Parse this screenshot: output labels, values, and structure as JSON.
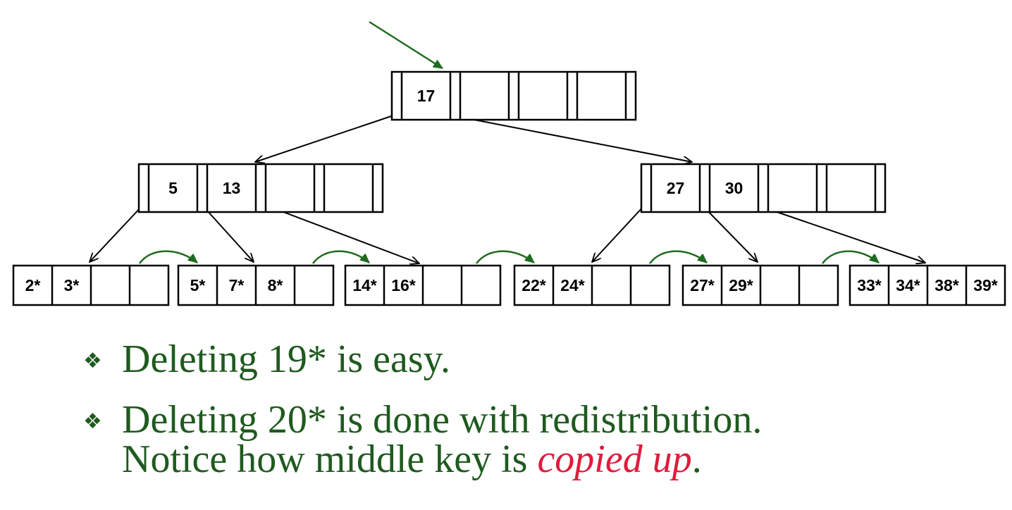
{
  "tree": {
    "root": {
      "keys": [
        "17",
        "",
        "",
        ""
      ]
    },
    "internal": [
      {
        "keys": [
          "5",
          "13",
          "",
          ""
        ]
      },
      {
        "keys": [
          "27",
          "30",
          "",
          ""
        ]
      }
    ],
    "leaves": [
      {
        "entries": [
          "2*",
          "3*",
          "",
          ""
        ]
      },
      {
        "entries": [
          "5*",
          "7*",
          "8*",
          ""
        ]
      },
      {
        "entries": [
          "14*",
          "16*",
          "",
          ""
        ]
      },
      {
        "entries": [
          "22*",
          "24*",
          "",
          ""
        ]
      },
      {
        "entries": [
          "27*",
          "29*",
          "",
          ""
        ]
      },
      {
        "entries": [
          "33*",
          "34*",
          "38*",
          "39*"
        ]
      }
    ]
  },
  "colors": {
    "entry_arrow": "#1f6b1f",
    "sibling_link": "#1f6b1f",
    "bullet_text": "#1f5a1f",
    "emphasis": "#e01b3c"
  },
  "bullets": [
    {
      "icon": "diamond-bullet-icon",
      "text": "Deleting 19* is easy."
    },
    {
      "icon": "diamond-bullet-icon",
      "line1": "Deleting 20* is done with redistribution.",
      "line2_before": "Notice how middle key is ",
      "line2_emphasis": "copied up",
      "line2_after": "."
    }
  ]
}
